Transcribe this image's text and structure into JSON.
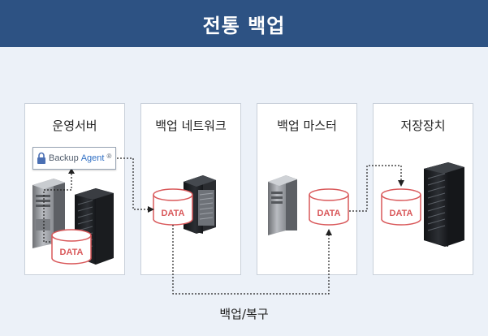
{
  "title": "전통 백업",
  "panels": [
    {
      "label": "운영서버"
    },
    {
      "label": "백업 네트워크"
    },
    {
      "label": "백업 마스터"
    },
    {
      "label": "저장장치"
    }
  ],
  "agent_badge": {
    "text_prefix": "Backup",
    "text_suffix": "Agent",
    "mark": "®",
    "icon": "lock-icon"
  },
  "data_label": "DATA",
  "flow_label": "백업/복구",
  "colors": {
    "title_bar": "#2d5283",
    "background": "#ecf1f8",
    "panel_border": "#c9d0da",
    "data_accent": "#d9585a",
    "connector": "#222222"
  }
}
